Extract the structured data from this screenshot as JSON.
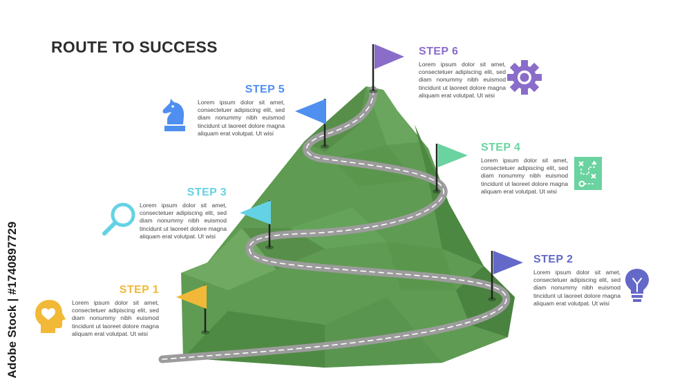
{
  "title": "ROUTE TO SUCCESS",
  "steps": [
    {
      "label": "STEP 1",
      "color": "#f1b937",
      "icon": "heart-head-icon",
      "text": "Lorem ipsum dolor sit amet, consectetuer adipiscing elit, sed diam nonummy nibh euismod tincidunt ut laoreet dolore magna aliquam erat volutpat. Ut wisi"
    },
    {
      "label": "STEP 2",
      "color": "#6468c8",
      "icon": "lightbulb-icon",
      "text": "Lorem ipsum dolor sit amet, consectetuer adipiscing elit, sed diam nonummy nibh euismod tincidunt ut laoreet dolore magna aliquam erat volutpat. Ut wisi"
    },
    {
      "label": "STEP 3",
      "color": "#64d2e4",
      "icon": "magnifier-icon",
      "text": "Lorem ipsum dolor sit amet, consectetuer adipiscing elit, sed diam nonummy nibh euismod tincidunt ut laoreet dolore magna aliquam erat volutpat. Ut wisi"
    },
    {
      "label": "STEP 4",
      "color": "#6ad3a0",
      "icon": "strategy-board-icon",
      "text": "Lorem ipsum dolor sit amet, consectetuer adipiscing elit, sed diam nonummy nibh euismod tincidunt ut laoreet dolore magna aliquam erat volutpat. Ut wisi"
    },
    {
      "label": "STEP 5",
      "color": "#4f8ff0",
      "icon": "chess-knight-icon",
      "text": "Lorem ipsum dolor sit amet, consectetuer adipiscing elit, sed diam nonummy nibh euismod tincidunt ut laoreet dolore magna aliquam erat volutpat. Ut wisi"
    },
    {
      "label": "STEP 6",
      "color": "#8a6cc9",
      "icon": "gear-icon",
      "text": "Lorem ipsum dolor sit amet, consectetuer adipiscing elit, sed diam nonummy nibh euismod tincidunt ut laoreet dolore magna aliquam erat volutpat. Ut wisi"
    }
  ],
  "colors": {
    "mountain": "#5f9b52",
    "mountain_dark": "#4d8842",
    "road": "#9c9c9c"
  },
  "watermark": {
    "text": "Adobe Stock | #1740897729"
  }
}
